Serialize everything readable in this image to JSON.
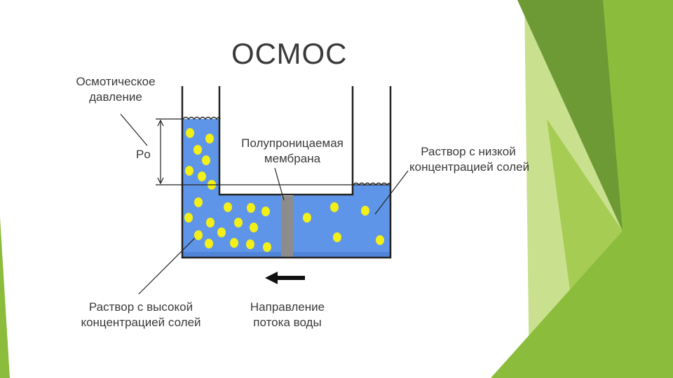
{
  "title": "ОСМОС",
  "labels": {
    "osmotic_pressure": [
      "Осмотическое",
      "давление"
    ],
    "po": "Po",
    "membrane": [
      "Полупроницаемая",
      "мембрана"
    ],
    "low_concentration": [
      "Раствор с низкой",
      "концентрацией солей"
    ],
    "high_concentration": [
      "Раствор с высокой",
      "концентрацией солей"
    ],
    "flow_direction": [
      "Направление",
      "потока воды"
    ]
  },
  "colors": {
    "water": "#5f95e8",
    "particle": "#f3ef18",
    "membrane": "#8c8c8c",
    "line": "#222222",
    "green_dark": "#6e9a36",
    "green_mid": "#8cbc3c",
    "green_light": "#a6cc54",
    "green_pale": "#c9e08e"
  }
}
